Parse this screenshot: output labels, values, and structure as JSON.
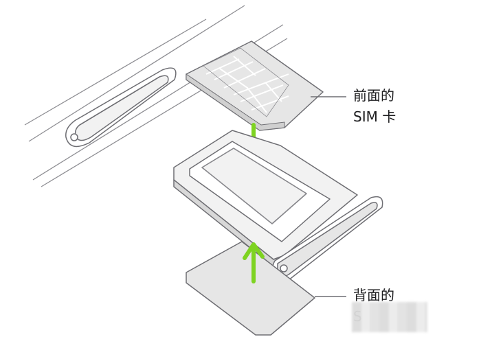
{
  "labels": {
    "front_sim_line1": "前面的",
    "front_sim_line2": "SIM 卡",
    "back_sim_line1": "背面的",
    "back_sim_line2": "S"
  },
  "colors": {
    "line": "#6e6e73",
    "fill_light": "#f2f2f2",
    "fill_mid": "#e6e6e6",
    "arrow": "#7ed321",
    "text": "#1c1c1e"
  }
}
